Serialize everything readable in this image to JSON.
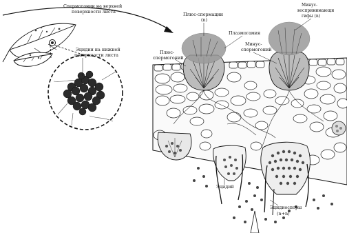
{
  "labels": {
    "spermogonia_top_1": "Спермогонии на верхней",
    "spermogonia_top_2": "поверхности листа",
    "aecidia_bottom_1": "Эцидии на нижней",
    "aecidia_bottom_2": "поверхности листа",
    "plus_spermatia_1": "Плюс-спермации",
    "plus_spermatia_2": "(n)",
    "plasmogamy": "Плазмогамия",
    "minus_spermogonium_1": "Минус-",
    "minus_spermogonium_2": "спермогоний",
    "plus_spermogonium_1": "Плюс-",
    "plus_spermogonium_2": "спермогоний",
    "minus_hyphae_1": "Минус-",
    "minus_hyphae_2": "воспринимающи",
    "minus_hyphae_3": "гифы (n)",
    "aecidium": "Эцидий",
    "aeciospores_1": "Эцидиоспоры",
    "aeciospores_2": "(n+n)"
  },
  "colors": {
    "ink": "#111111",
    "spermatia_cloud": "#9a9a9a",
    "aecidia_cluster": "#2b2b2b",
    "background": "#ffffff"
  }
}
